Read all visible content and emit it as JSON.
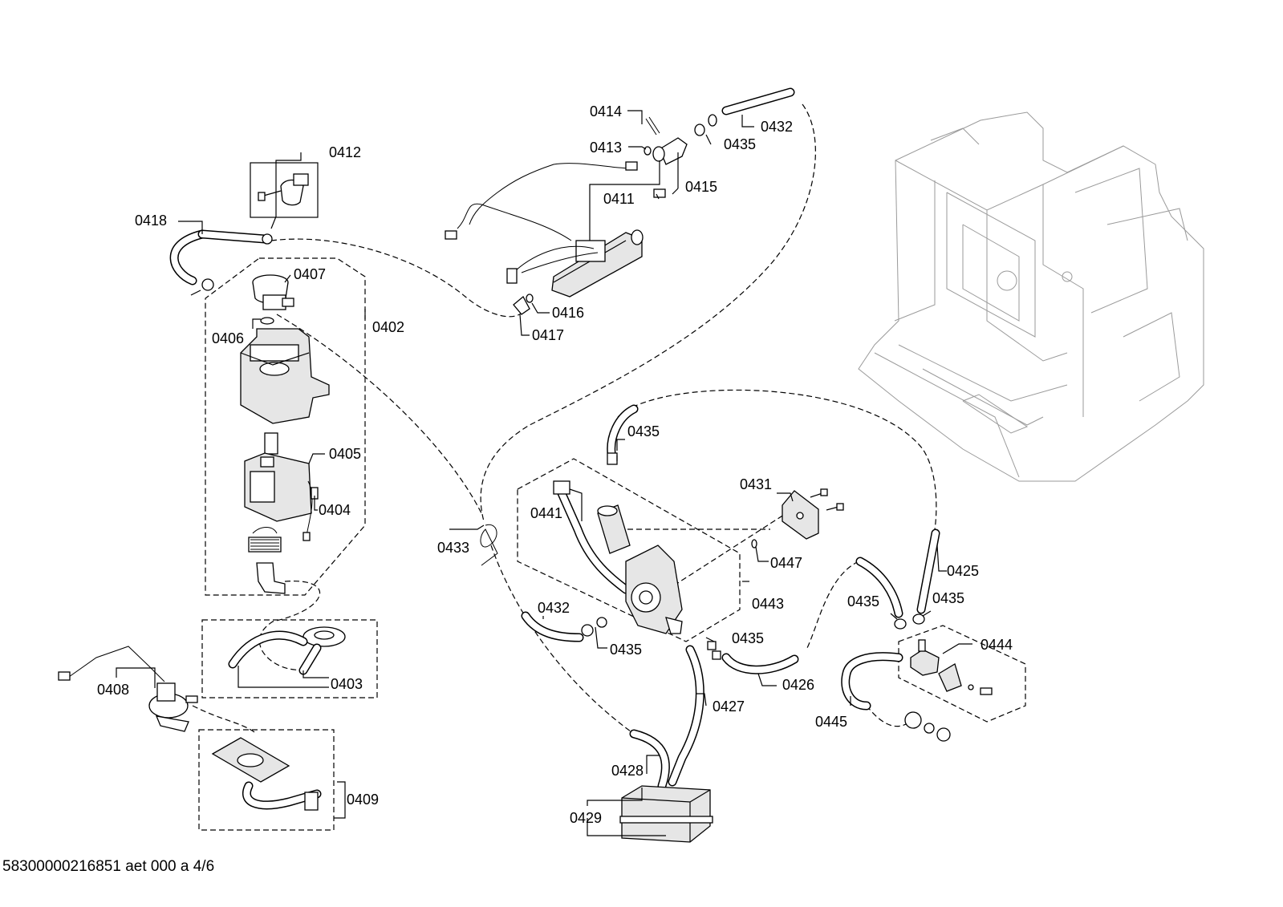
{
  "footer": "58300000216851 aet 000 a 4/6",
  "parts": {
    "p0402": "0402",
    "p0403": "0403",
    "p0404": "0404",
    "p0405": "0405",
    "p0406": "0406",
    "p0407": "0407",
    "p0408": "0408",
    "p0409": "0409",
    "p0411": "0411",
    "p0412": "0412",
    "p0413": "0413",
    "p0414": "0414",
    "p0415": "0415",
    "p0416": "0416",
    "p0417": "0417",
    "p0418": "0418",
    "p0425": "0425",
    "p0426": "0426",
    "p0427": "0427",
    "p0428": "0428",
    "p0429": "0429",
    "p0431": "0431",
    "p0432": "0432",
    "p0433": "0433",
    "p0435": "0435",
    "p0441": "0441",
    "p0443": "0443",
    "p0444": "0444",
    "p0445": "0445",
    "p0447": "0447"
  }
}
